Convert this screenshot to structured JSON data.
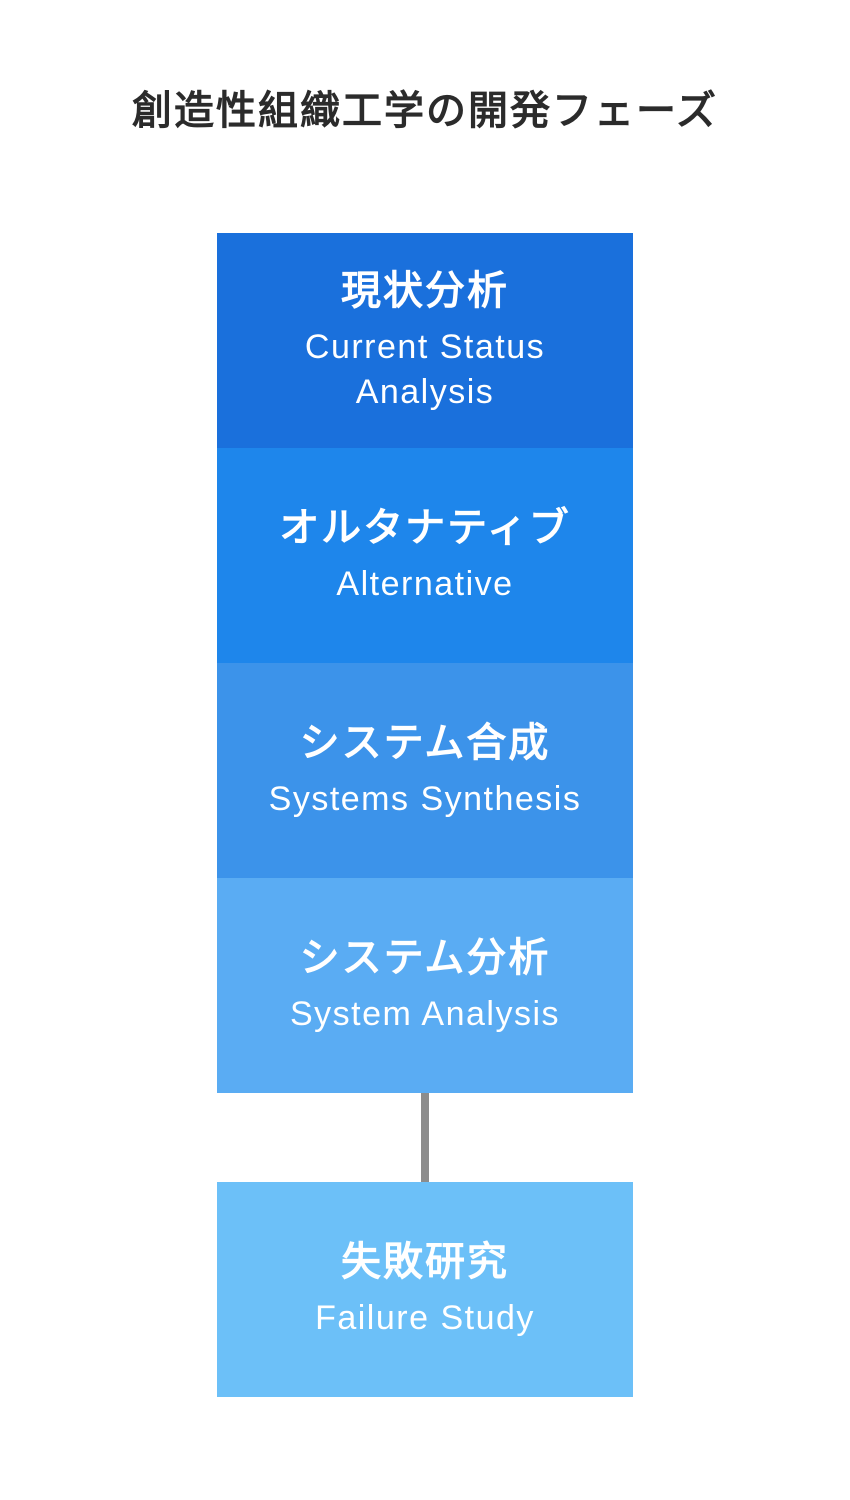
{
  "title": "創造性組織工学の開発フェーズ",
  "phases": [
    {
      "ja": "現状分析",
      "en": "Current Status Analysis",
      "color": "#1a70dc"
    },
    {
      "ja": "オルタナティブ",
      "en": "Alternative",
      "color": "#1e86eb"
    },
    {
      "ja": "システム合成",
      "en": "Systems Synthesis",
      "color": "#3c93ea"
    },
    {
      "ja": "システム分析",
      "en": "System Analysis",
      "color": "#5aacf3"
    },
    {
      "ja": "失敗研究",
      "en": "Failure Study",
      "color": "#6cc0f8"
    }
  ],
  "connector": {
    "color": "#8c8c8c"
  }
}
